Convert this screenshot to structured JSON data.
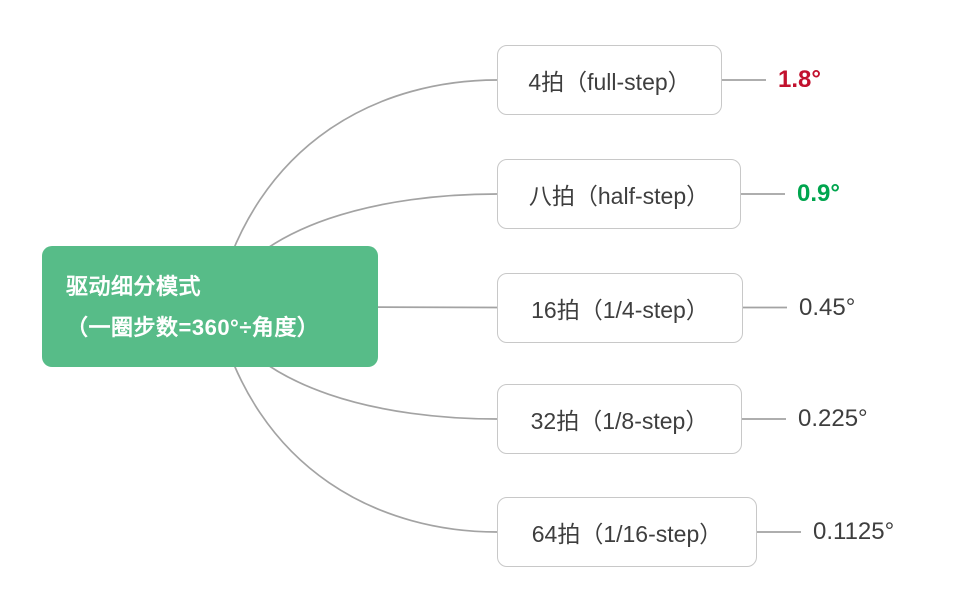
{
  "diagram": {
    "background": "#ffffff",
    "connector_color": "#a3a3a3",
    "branch_border_color": "#c8c8c8",
    "text_color": "#3e3e3e",
    "root": {
      "title": "驱动细分模式",
      "subtitle": "（一圈步数=360°÷角度）",
      "fill_color": "#57bc88",
      "text_color": "#ffffff"
    },
    "branches": [
      {
        "label": "4拍（full-step）",
        "value": "1.8°",
        "value_color": "#c2112e",
        "value_bold": true
      },
      {
        "label": "八拍（half-step）",
        "value": "0.9°",
        "value_color": "#00a54e",
        "value_bold": true
      },
      {
        "label": "16拍（1/4-step）",
        "value": "0.45°",
        "value_color": "#3e3e3e",
        "value_bold": false
      },
      {
        "label": "32拍（1/8-step）",
        "value": "0.225°",
        "value_color": "#3e3e3e",
        "value_bold": false
      },
      {
        "label": "64拍（1/16-step）",
        "value": "0.1125°",
        "value_color": "#3e3e3e",
        "value_bold": false
      }
    ]
  }
}
